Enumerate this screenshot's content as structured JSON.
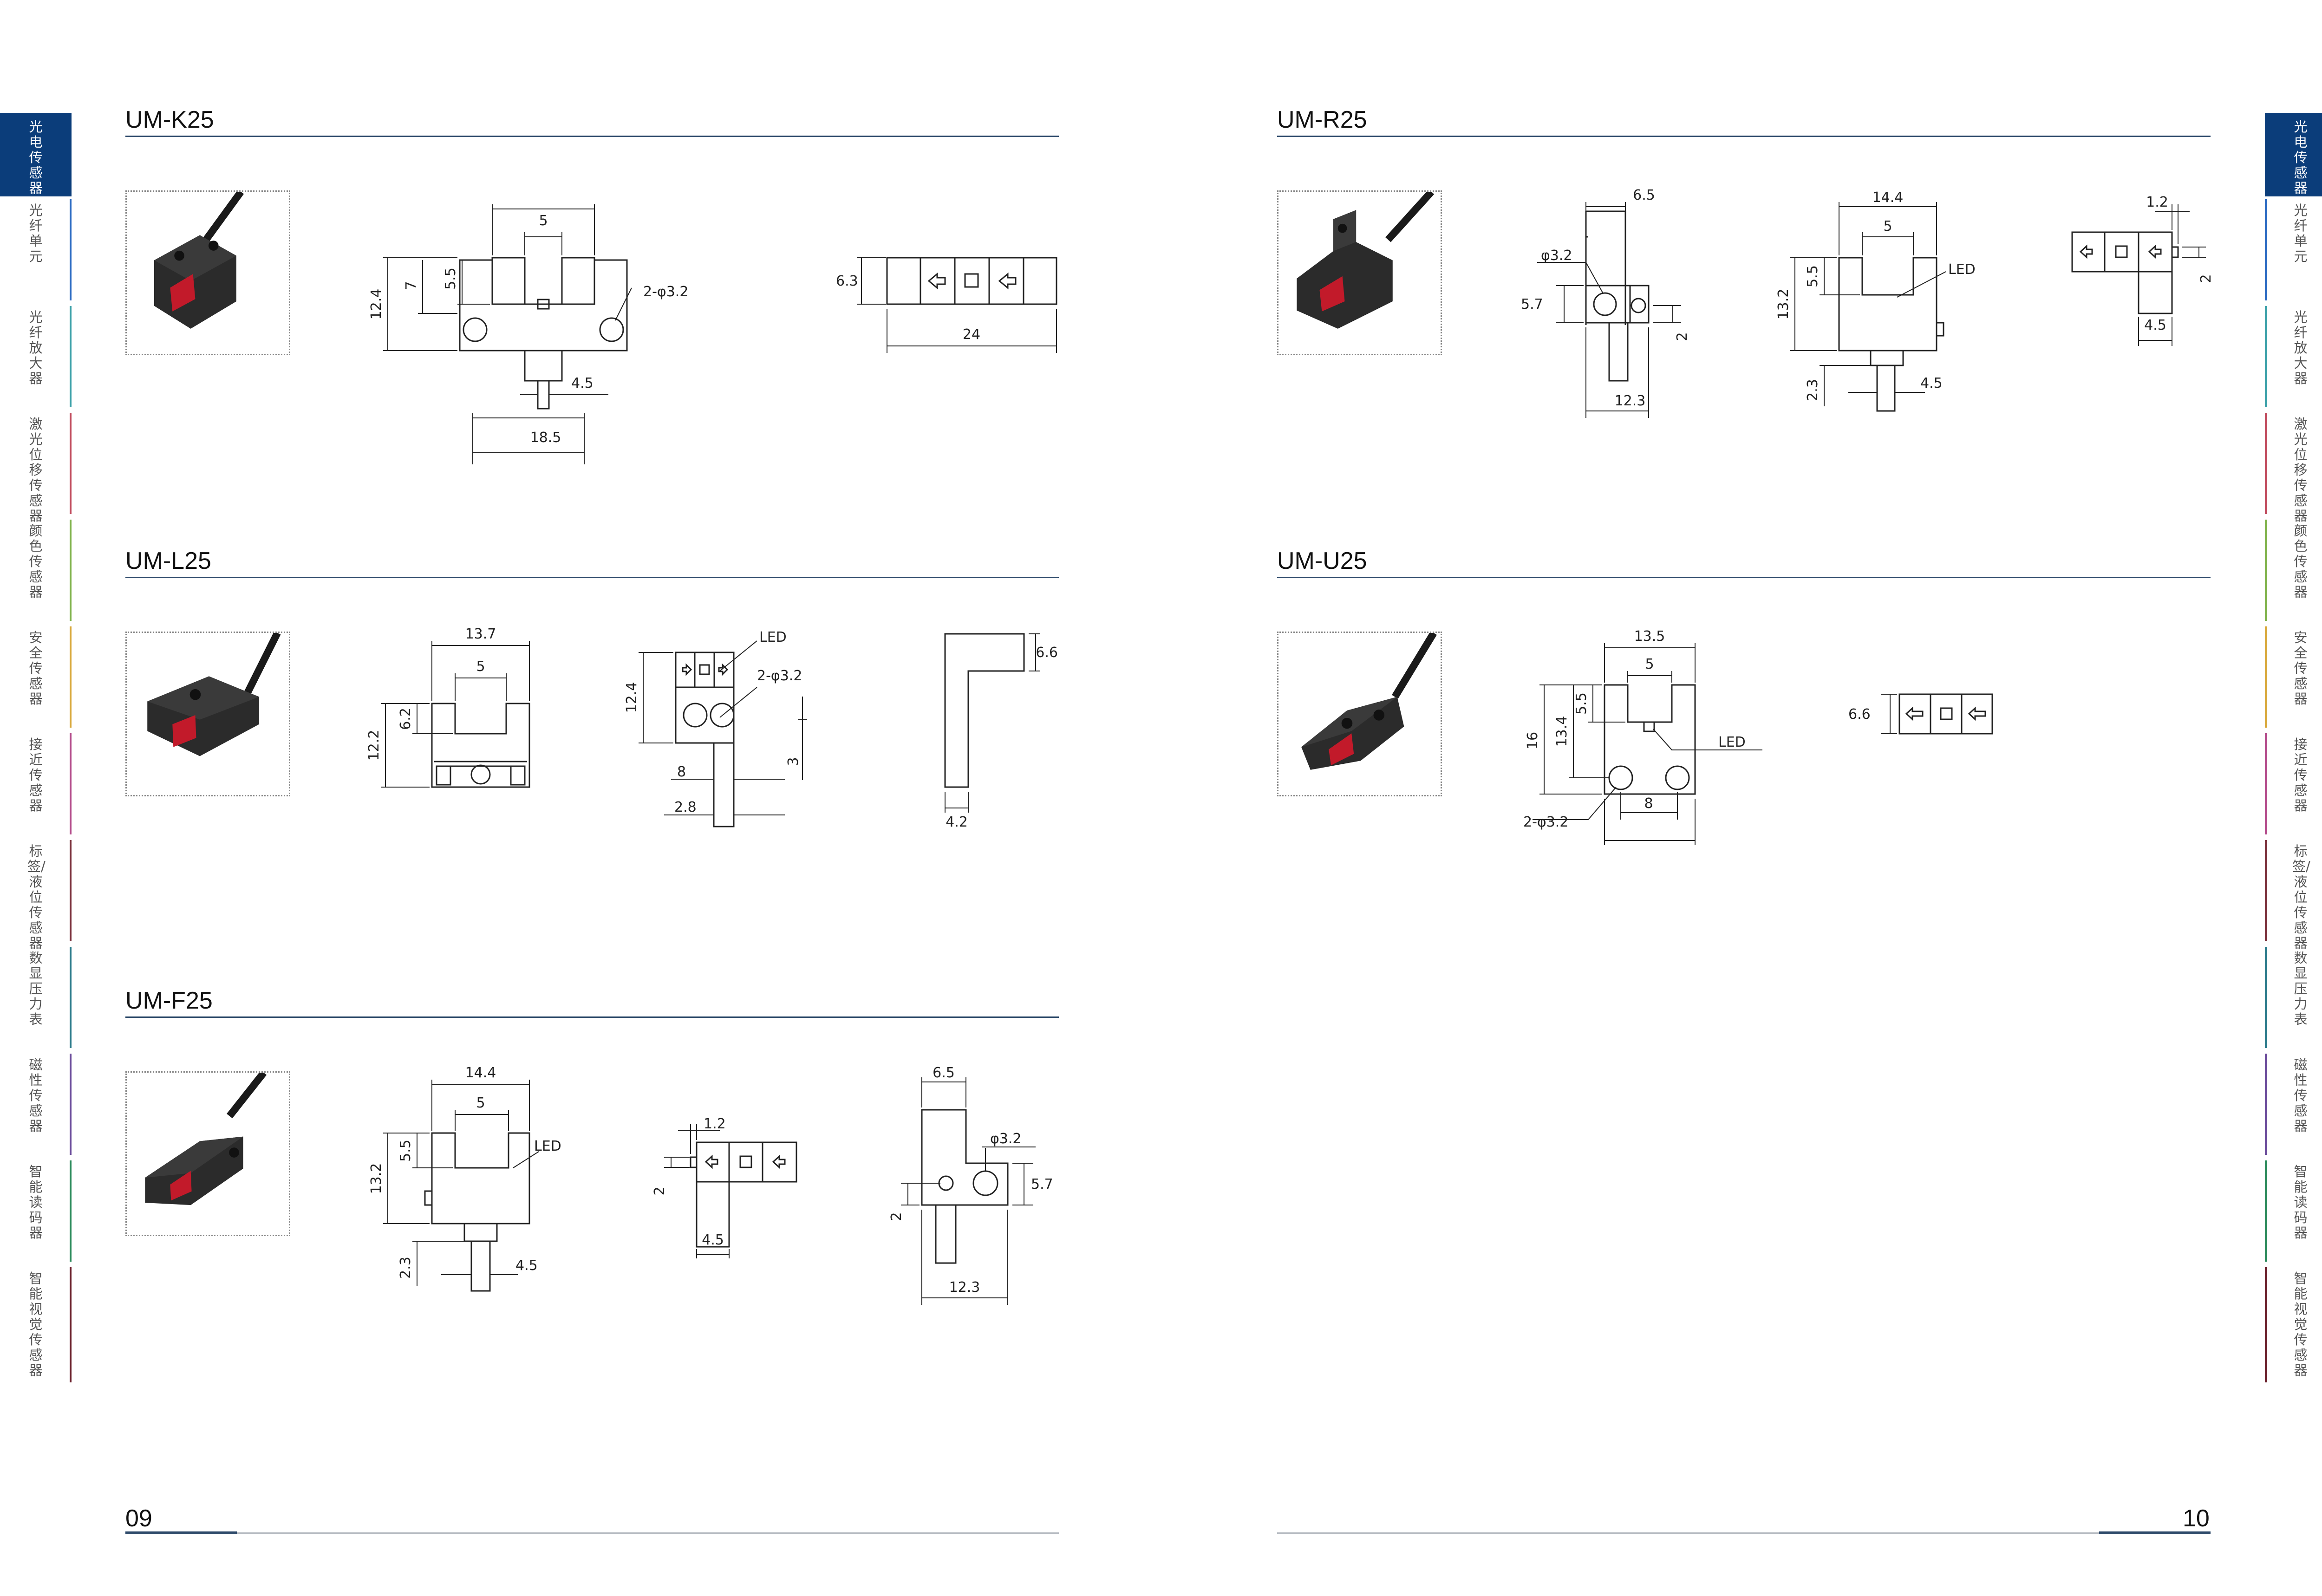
{
  "sidebar_left": {
    "tabs": [
      {
        "label": "光电传感器",
        "color": "#0b3d7a",
        "active": true
      },
      {
        "label": "光纤单元",
        "color": "#2a6ac2"
      },
      {
        "label": "光纤放大器",
        "color": "#3aa0a8"
      },
      {
        "label": "激光位移传感器",
        "color": "#c04a5c"
      },
      {
        "label": "颜色传感器",
        "color": "#7fb24a"
      },
      {
        "label": "安全传感器",
        "color": "#d8a83a"
      },
      {
        "label": "接近传感器",
        "color": "#b34a8a"
      },
      {
        "label": "标签/液位传感器",
        "color": "#7a2f3a"
      },
      {
        "label": "数显压力表",
        "color": "#2a7a8a"
      },
      {
        "label": "磁性传感器",
        "color": "#6a4a9a"
      },
      {
        "label": "智能读码器",
        "color": "#2a8a5a"
      },
      {
        "label": "智能视觉传感器",
        "color": "#6a1e2a"
      }
    ]
  },
  "sidebar_right": {
    "tabs": [
      {
        "label": "光电传感器",
        "color": "#0b3d7a",
        "active": true
      },
      {
        "label": "光纤单元",
        "color": "#2a6ac2"
      },
      {
        "label": "光纤放大器",
        "color": "#3aa0a8"
      },
      {
        "label": "激光位移传感器",
        "color": "#c04a5c"
      },
      {
        "label": "颜色传感器",
        "color": "#7fb24a"
      },
      {
        "label": "安全传感器",
        "color": "#d8a83a"
      },
      {
        "label": "接近传感器",
        "color": "#b34a8a"
      },
      {
        "label": "标签/液位传感器",
        "color": "#7a2f3a"
      },
      {
        "label": "数显压力表",
        "color": "#2a7a8a"
      },
      {
        "label": "磁性传感器",
        "color": "#6a4a9a"
      },
      {
        "label": "智能读码器",
        "color": "#2a8a5a"
      },
      {
        "label": "智能视觉传感器",
        "color": "#6a1e2a"
      }
    ]
  },
  "sections": {
    "k25": {
      "title": "UM-K25",
      "front": {
        "d1": "5",
        "d2": "12.4",
        "d3": "7",
        "d4": "5.5",
        "d5": "2-φ3.2",
        "d6": "4.5",
        "d7": "18.5"
      },
      "top": {
        "d1": "6.3",
        "d2": "24"
      }
    },
    "l25": {
      "title": "UM-L25",
      "front": {
        "d1": "13.7",
        "d2": "5",
        "d3": "12.2",
        "d4": "6.2"
      },
      "top": {
        "d1": "LED",
        "d2": "12.4",
        "d3": "2-φ3.2",
        "d4": "8",
        "d5": "3",
        "d6": "2.8"
      },
      "side": {
        "d1": "6.6",
        "d2": "4.2"
      }
    },
    "f25": {
      "title": "UM-F25",
      "front": {
        "d1": "14.4",
        "d2": "5",
        "d3": "LED",
        "d4": "13.2",
        "d5": "5.5",
        "d6": "2.3",
        "d7": "4.5"
      },
      "top": {
        "d1": "1.2",
        "d2": "2",
        "d3": "4.5"
      },
      "side": {
        "d1": "6.5",
        "d2": "φ3.2",
        "d3": "5.7",
        "d4": "2",
        "d5": "12.3"
      }
    },
    "r25": {
      "title": "UM-R25",
      "side": {
        "d1": "6.5",
        "d2": "φ3.2",
        "d3": "5.7",
        "d4": "2",
        "d5": "12.3"
      },
      "front": {
        "d1": "14.4",
        "d2": "5",
        "d3": "LED",
        "d4": "13.2",
        "d5": "5.5",
        "d6": "2.3",
        "d7": "4.5"
      },
      "top": {
        "d1": "1.2",
        "d2": "2",
        "d3": "4.5"
      }
    },
    "u25": {
      "title": "UM-U25",
      "front": {
        "d1": "13.5",
        "d2": "5",
        "d3": "LED",
        "d4": "16",
        "d5": "13.4",
        "d6": "5.5",
        "d7": "2-φ3.2",
        "d8": "8"
      },
      "top": {
        "d1": "6.6"
      }
    }
  },
  "footer": {
    "left_page": "09",
    "right_page": "10"
  },
  "colors": {
    "accent": "#0b3d7a",
    "rule": "#2f4b6b",
    "sensor_body": "#2b2b2b",
    "sensor_window": "#c21a2a"
  }
}
